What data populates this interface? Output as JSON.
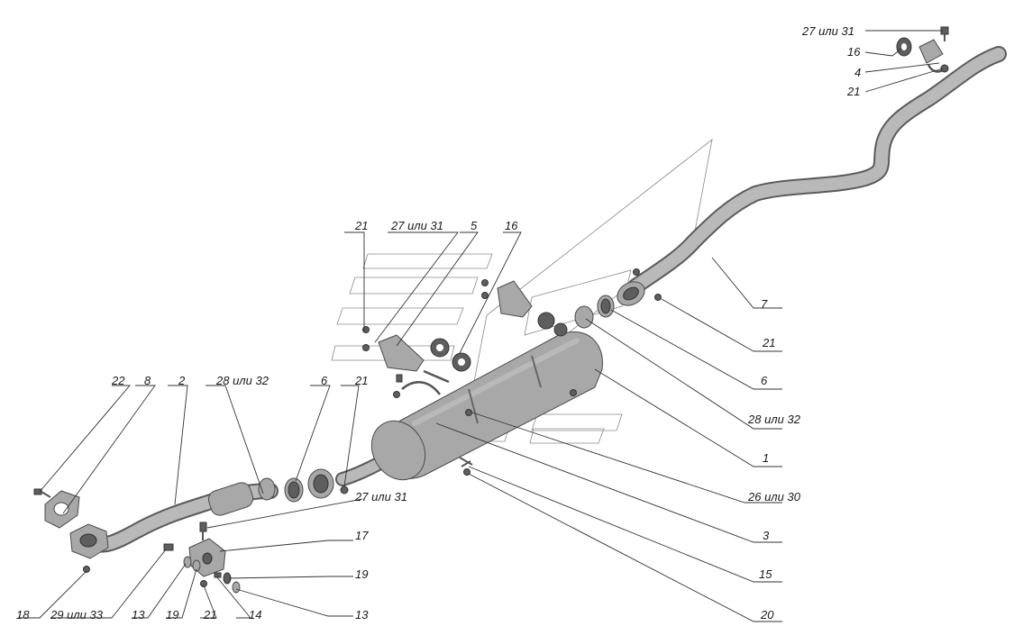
{
  "labels": {
    "l_27_31_top": "27 или 31",
    "l_16_top": "16",
    "l_4": "4",
    "l_21_top": "21",
    "l_21_mid": "21",
    "l_27_31_mid": "27 или 31",
    "l_5": "5",
    "l_16_mid": "16",
    "l_7": "7",
    "l_21_right": "21",
    "l_6_right": "6",
    "l_28_32_right": "28 или 32",
    "l_1": "1",
    "l_26_30": "26 или 30",
    "l_3": "3",
    "l_15": "15",
    "l_20": "20",
    "l_22": "22",
    "l_8": "8",
    "l_2": "2",
    "l_28_32_left": "28 или 32",
    "l_6_left": "6",
    "l_21_left": "21",
    "l_27_31_low": "27 или 31",
    "l_17": "17",
    "l_19_right": "19",
    "l_13_right": "13",
    "l_18": "18",
    "l_29_33": "29 или 33",
    "l_13_bottom": "13",
    "l_19_bottom": "19",
    "l_21_bottom": "21",
    "l_14": "14"
  }
}
